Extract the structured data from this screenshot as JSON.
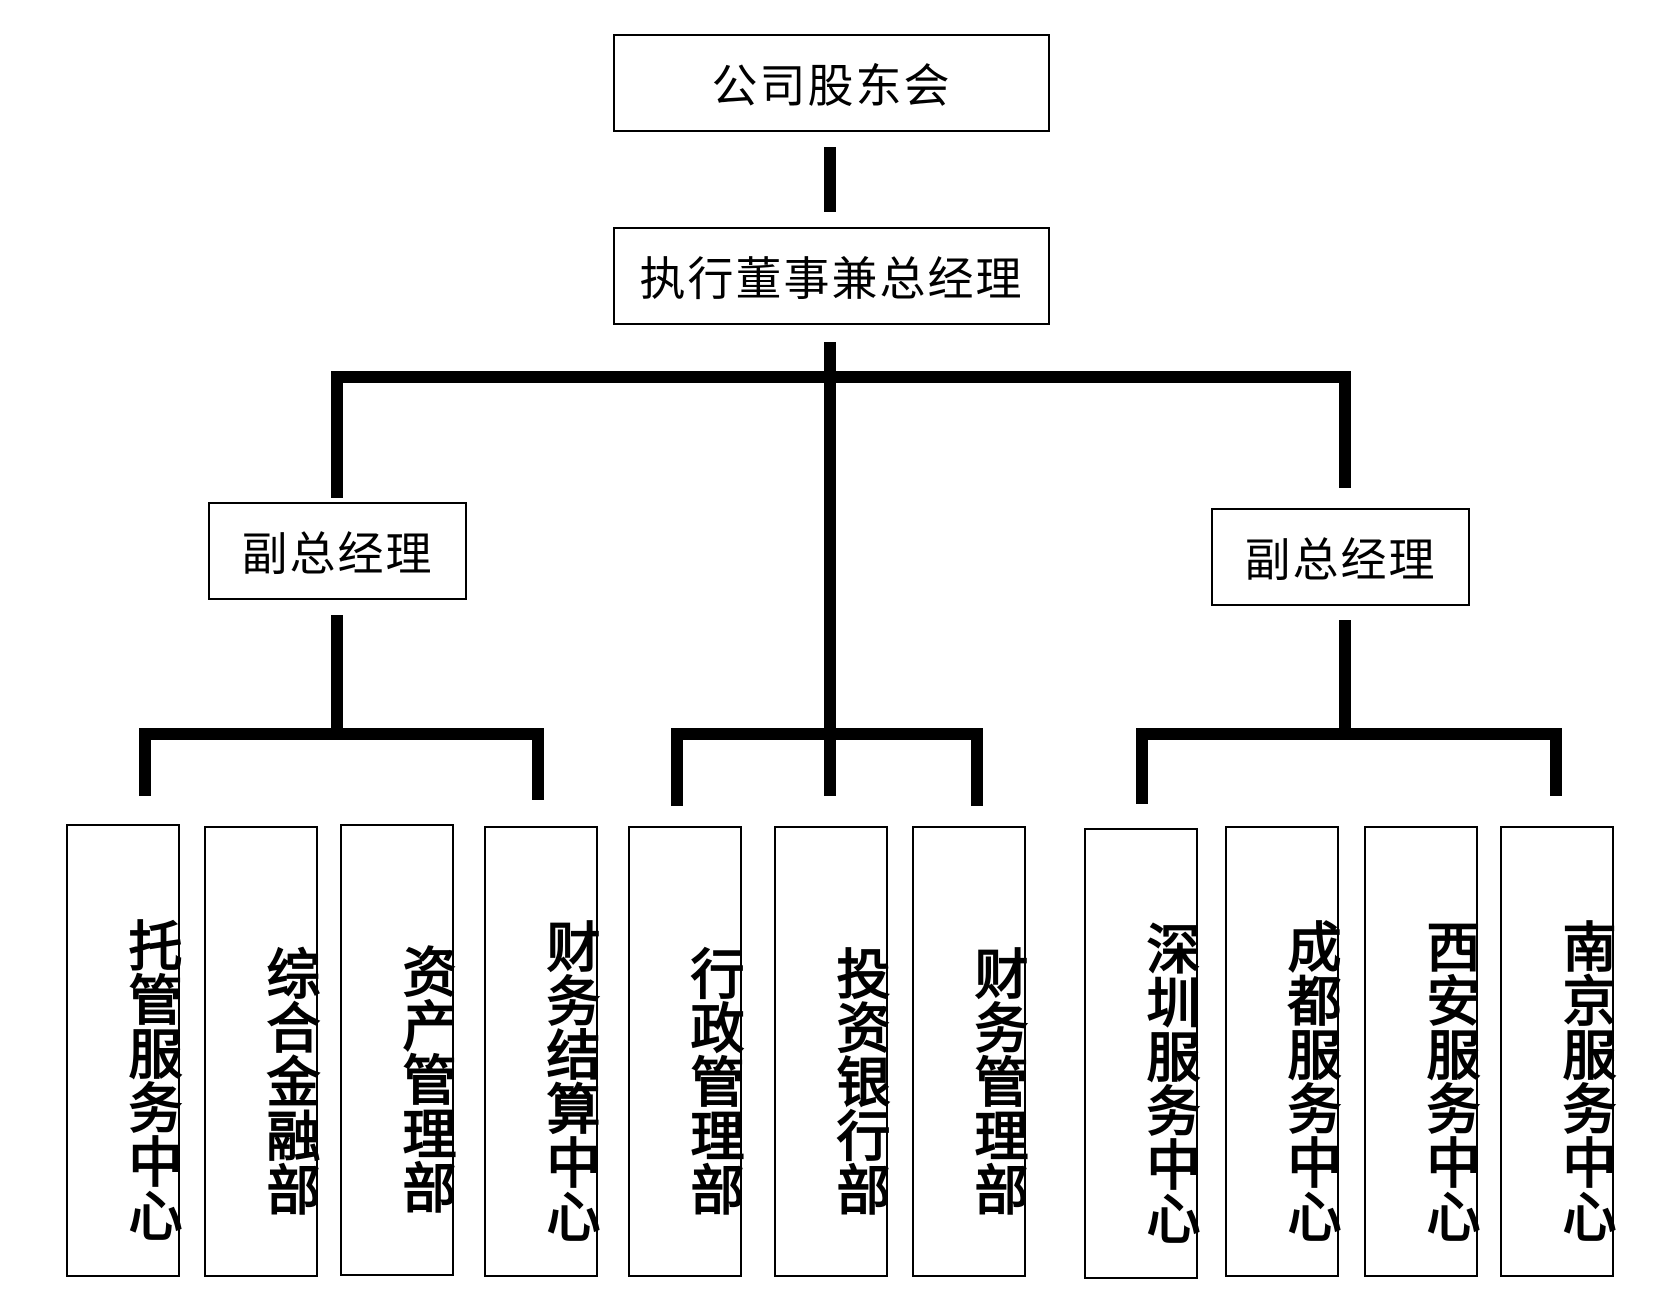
{
  "diagram": {
    "shareholders": "公司股东会",
    "executive": "执行董事兼总经理",
    "vp_left": "副总经理",
    "vp_right": "副总经理",
    "departments": [
      "托管服务中心",
      "综合金融部",
      "资产管理部",
      "财务结算中心",
      "行政管理部",
      "投资银行部",
      "财务管理部",
      "深圳服务中心",
      "成都服务中心",
      "西安服务中心",
      "南京服务中心"
    ]
  }
}
